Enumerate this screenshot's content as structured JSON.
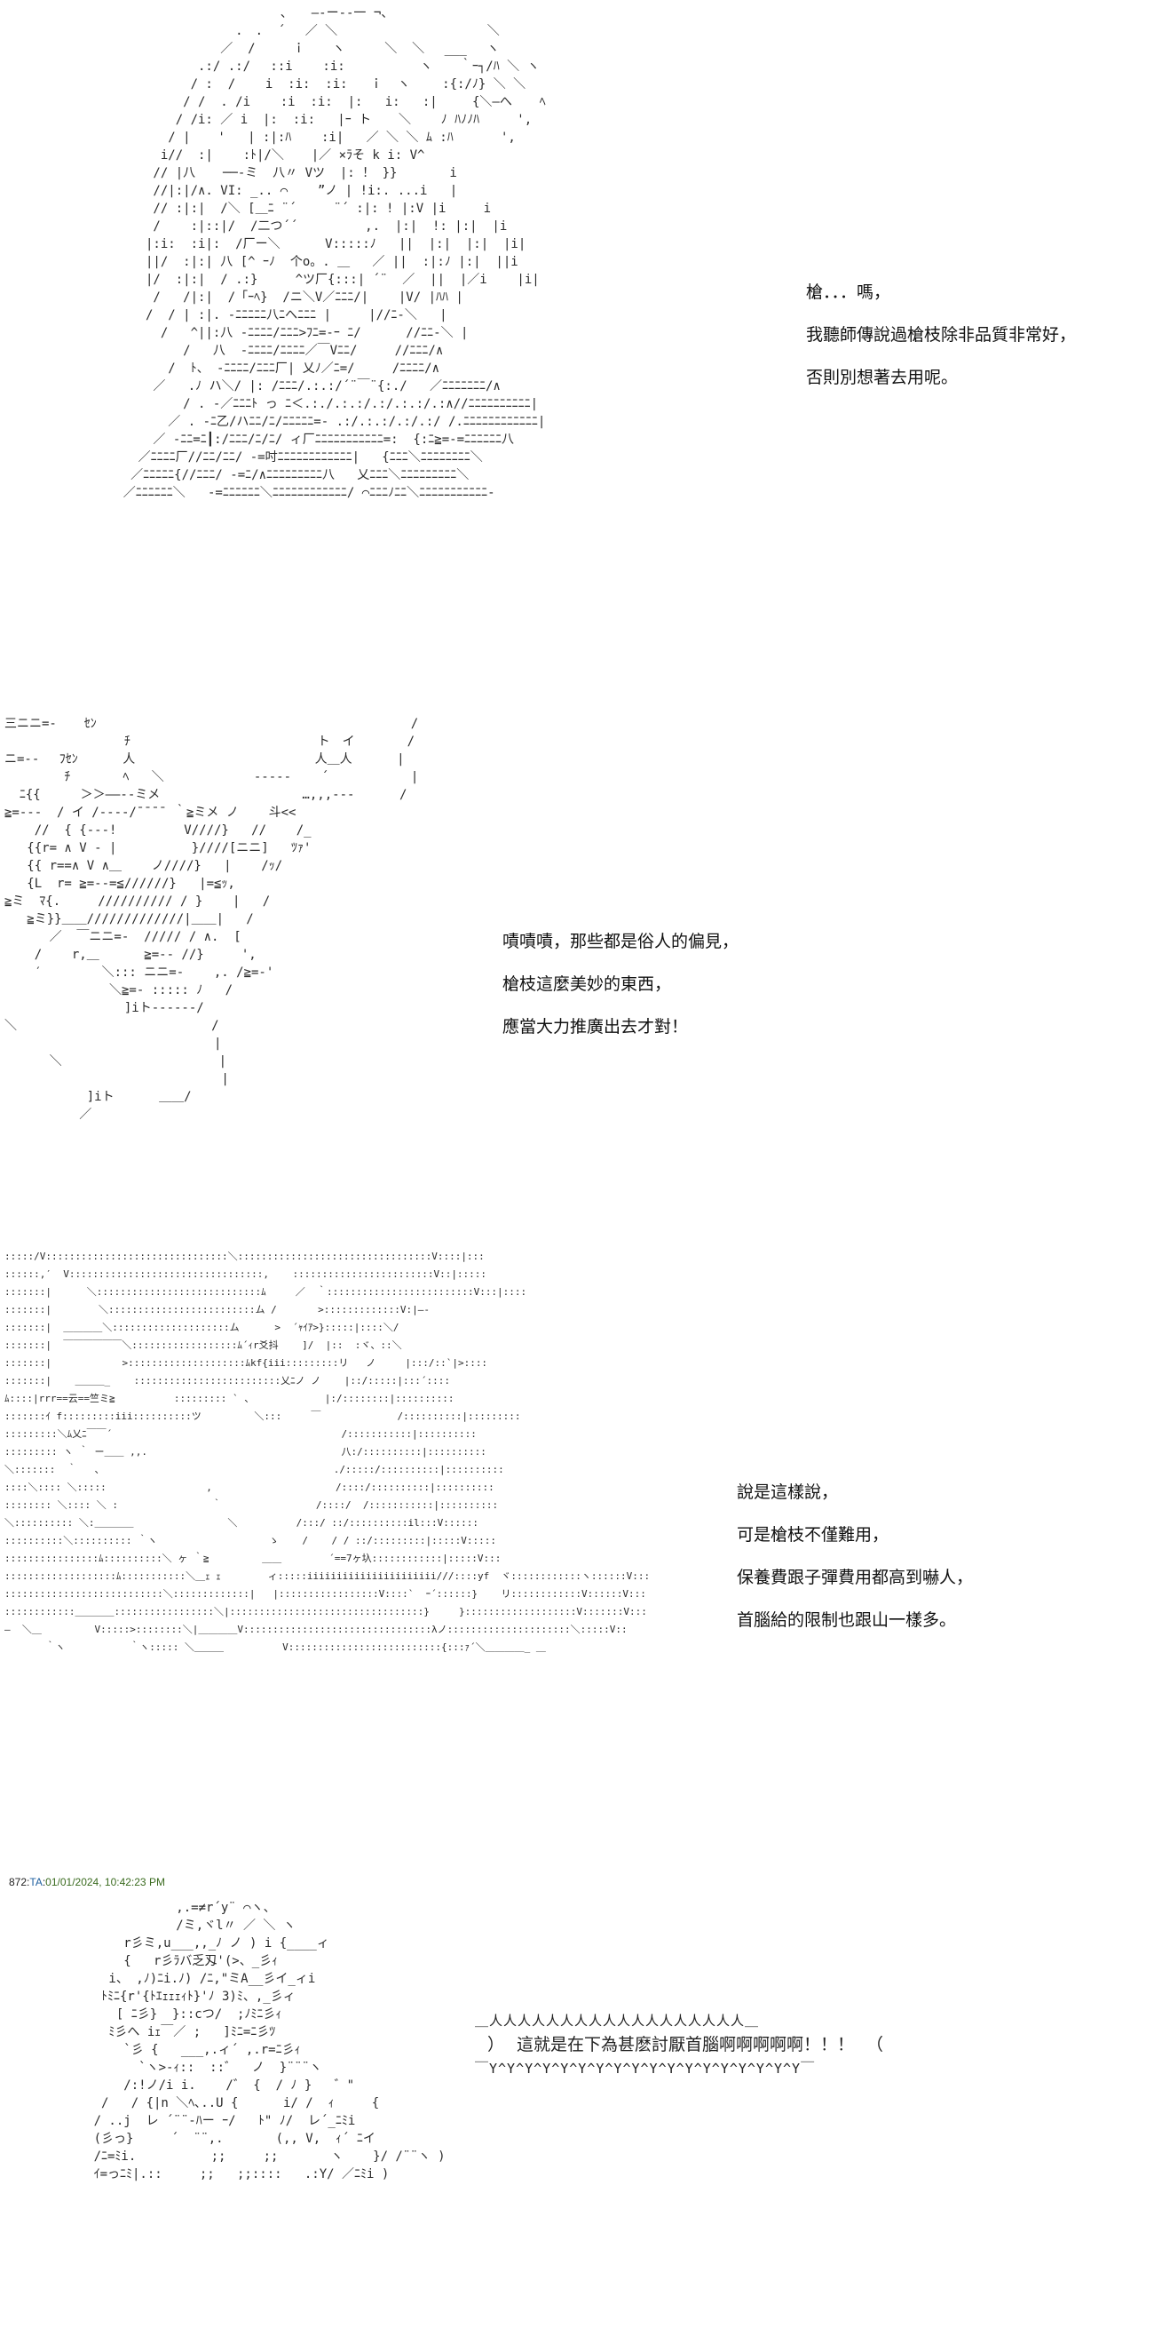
{
  "panels": [
    {
      "dialog": [
        "槍．．．嗎，",
        "我聽師傳說過槍枝除非品質非常好，",
        "否則別想著去用呢。"
      ]
    },
    {
      "dialog": [
        "嘖嘖嘖，那些都是俗人的偏見，",
        "槍枝這麼美妙的東西，",
        "應當大力推廣出去才對！"
      ]
    },
    {
      "dialog": [
        "說是這樣說，",
        "可是槍枝不僅難用，",
        "保養費跟子彈費用都高到嚇人，",
        "首腦給的限制也跟山一樣多。"
      ]
    },
    {
      "post_header": {
        "number": "872",
        "id_label": "TA",
        "timestamp": "01/01/2024, 10:42:23 PM"
      },
      "shout": {
        "top_edge": "＿人人人人人人人人人人人人人人人人人人＿",
        "left_bracket": "）",
        "text": "這就是在下為甚麽討厭首腦啊啊啊啊啊！！！",
        "right_bracket": "（",
        "bottom_edge": "￣Y^Y^Y^Y^Y^Y^Y^Y^Y^Y^Y^Y^Y^Y^Y^Y^Y^Y￣"
      }
    }
  ]
}
